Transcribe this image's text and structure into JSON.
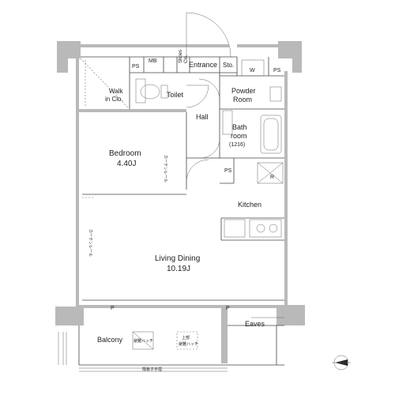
{
  "rooms": {
    "entrance": "Entrance",
    "mb": "MB",
    "ps_top_left": "PS",
    "shoes_closet_line1": "Shoes",
    "shoes_closet_line2": "Clo.",
    "storage": "Sto.",
    "w": "W",
    "ps_top_right": "PS",
    "walk_in_closet_line1": "Walk",
    "walk_in_closet_line2": "in Clo.",
    "toilet": "Toilet",
    "powder_room_line1": "Powder",
    "powder_room_line2": "Room",
    "hall": "Hall",
    "bathroom_line1": "Bath",
    "bathroom_line2": "room",
    "bathroom_size": "(1216)",
    "ps_bath": "PS",
    "r": "R",
    "bedroom": "Bedroom",
    "bedroom_area": "4.40J",
    "kitchen": "Kitchen",
    "living_dining": "Living Dining",
    "living_dining_area": "10.19J",
    "p_left": "P",
    "p_right": "P",
    "eaves": "Eaves",
    "balcony": "Balcony",
    "evac_hatch": "避難ハッチ",
    "evac_hatch_upper_line1": "上部",
    "evac_hatch_upper_line2": "避難ハッチ",
    "partition_board": "隔板子手摺",
    "curtain_rail_bedroom": "カーテンレール",
    "curtain_rail_living": "カーテンレール"
  }
}
